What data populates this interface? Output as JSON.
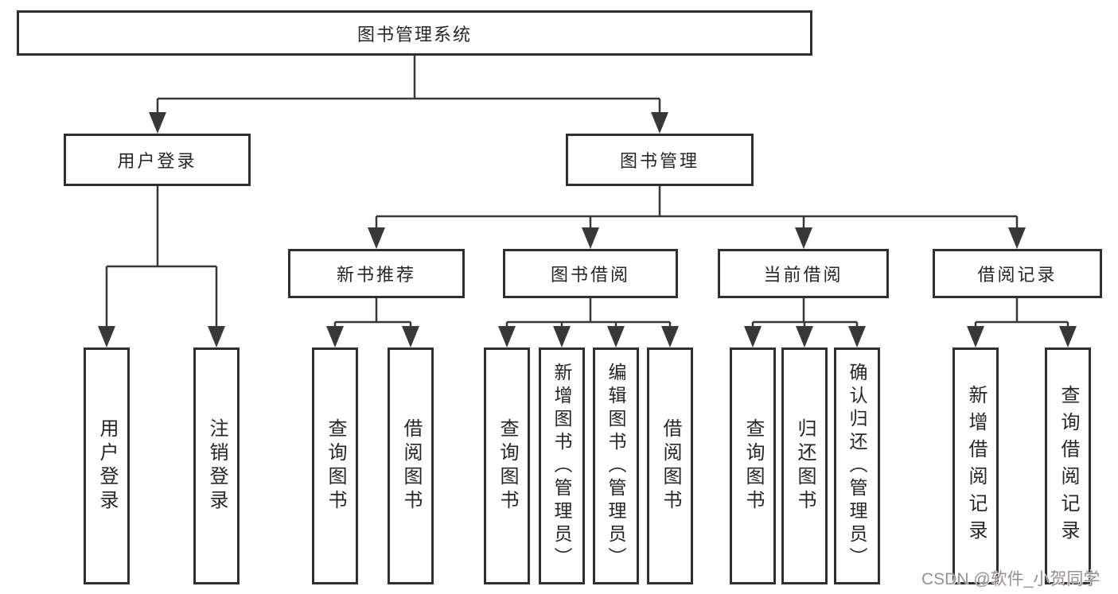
{
  "colors": {
    "line": "#383838",
    "box_border": "#2f2f2f",
    "box_bg": "#ffffff",
    "text": "#262626",
    "watermark": "#989090"
  },
  "nodes": {
    "root": {
      "label": "图书管理系统"
    },
    "level1": {
      "user_login": {
        "label": "用户登录"
      },
      "book_mgmt": {
        "label": "图书管理"
      }
    },
    "level2": {
      "new_book_rec": {
        "label": "新书推荐"
      },
      "book_borrow": {
        "label": "图书借阅"
      },
      "current_borrow": {
        "label": "当前借阅"
      },
      "borrow_record": {
        "label": "借阅记录"
      }
    },
    "leaves": {
      "user_login_leaf": {
        "label": "用户登录"
      },
      "logout": {
        "label": "注销登录"
      },
      "query_book_rec": {
        "label": "查询图书"
      },
      "borrow_book_rec": {
        "label": "借阅图书"
      },
      "query_book_borrow": {
        "label": "查询图书"
      },
      "add_book_admin": {
        "label": "新增图书（管理员）"
      },
      "edit_book_admin": {
        "label": "编辑图书（管理员）"
      },
      "borrow_book_borrow": {
        "label": "借阅图书"
      },
      "query_book_current": {
        "label": "查询图书"
      },
      "return_book": {
        "label": "归还图书"
      },
      "confirm_return_admin": {
        "label": "确认归还（管理员）"
      },
      "add_borrow_record": {
        "label": "新增借阅记录"
      },
      "query_borrow_record": {
        "label": "查询借阅记录"
      }
    }
  },
  "watermark": {
    "label": "CSDN @软件_小贺同学"
  }
}
